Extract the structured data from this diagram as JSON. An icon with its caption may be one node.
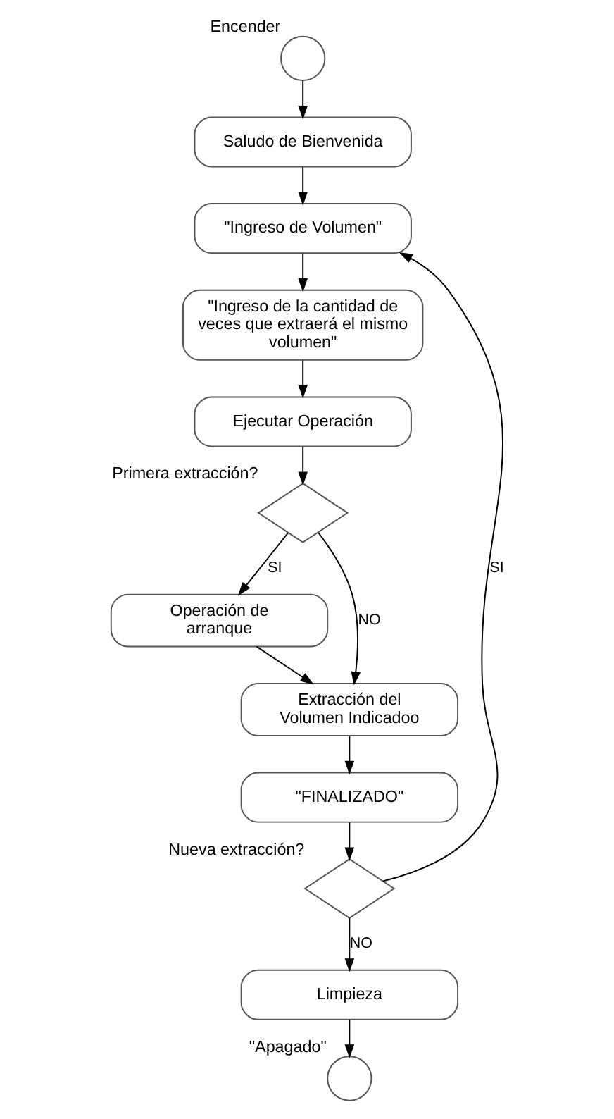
{
  "diagram": {
    "nodes": [
      {
        "text": [],
        "shape": "circle",
        "beside": [
          "Encender"
        ]
      },
      {
        "text": [
          "Saludo de Bienvenida"
        ]
      },
      {
        "text": [
          "\"Ingreso de Volumen\""
        ]
      },
      {
        "text": [
          "\"Ingreso de la cantidad de veces que extraerá el mismo volumen\""
        ]
      },
      {
        "text": [
          "Ejecutar Operación"
        ]
      },
      {
        "text": [],
        "shape": "diamond",
        "beside": [
          "Primera extracción?"
        ]
      },
      {
        "text": [
          "Operación de arranque"
        ]
      },
      {
        "text": [
          "Extracción del Volumen Indicadoo"
        ]
      },
      {
        "text": [
          "\"FINALIZADO\""
        ]
      },
      {
        "text": [],
        "shape": "diamond",
        "beside": [
          "Nueva extracción?"
        ]
      },
      {
        "text": [
          "Limpieza"
        ]
      },
      {
        "text": [],
        "shape": "circle",
        "beside": [
          "\"Apagado\""
        ]
      }
    ],
    "edges": [
      {
        "from": 0,
        "to": 1,
        "arrow": "to"
      },
      {
        "from": 1,
        "to": 2,
        "arrow": "to"
      },
      {
        "from": 2,
        "to": 3,
        "arrow": "to"
      },
      {
        "from": 3,
        "to": 4,
        "arrow": "to"
      },
      {
        "from": 4,
        "to": 5,
        "arrow": "to"
      },
      {
        "from": 5,
        "to": 6,
        "label": "SI",
        "arrow": "to"
      },
      {
        "from": 5,
        "to": 7,
        "label": "NO",
        "arrow": "to"
      },
      {
        "from": 6,
        "to": 7,
        "arrow": "to"
      },
      {
        "from": 7,
        "to": 8,
        "arrow": "to"
      },
      {
        "from": 8,
        "to": 9,
        "arrow": "to"
      },
      {
        "from": 9,
        "to": 2,
        "label": "SI",
        "arrow": "to"
      },
      {
        "from": 9,
        "to": 10,
        "label": "NO",
        "arrow": "to"
      },
      {
        "from": 10,
        "to": 11,
        "arrow": "to"
      }
    ]
  }
}
